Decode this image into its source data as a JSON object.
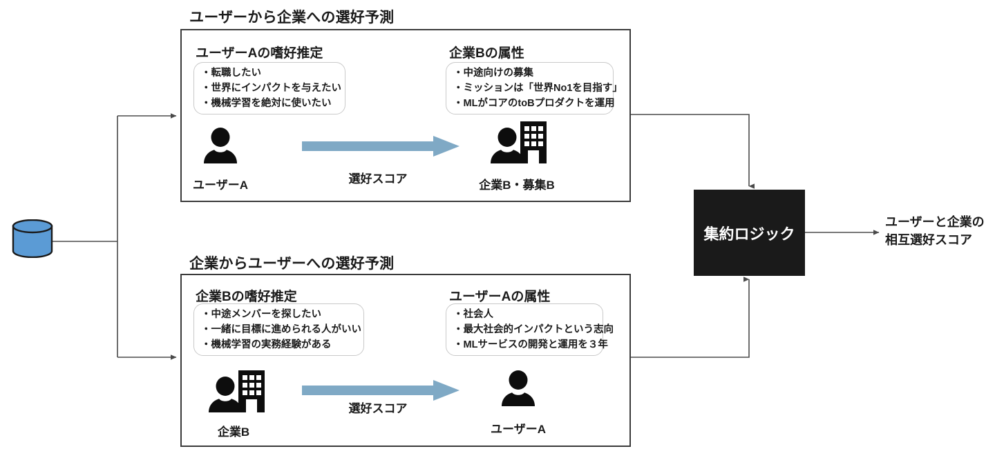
{
  "diagram": {
    "colors": {
      "panel_border": "#3a3a3a",
      "card_border": "#c9c9c9",
      "arrow_blue": "#7FA9C5",
      "connector": "#4a4a4a",
      "aggregator_bg": "#1a1a1a",
      "aggregator_text": "#ffffff",
      "database_fill": "#5B9BD5",
      "database_stroke": "#1a1a1a",
      "text": "#1a1a1a"
    },
    "database": {
      "icon": "database-cylinder-icon",
      "label": ""
    },
    "sections": [
      {
        "id": "user-to-company",
        "title": "ユーザーから企業への選好予測",
        "left": {
          "sub_title": "ユーザーAの嗜好推定",
          "bullets": [
            "・転職したい",
            "・世界にインパクトを与えたい",
            "・機械学習を絶対に使いたい"
          ],
          "icon": "person-icon",
          "icon_label": "ユーザーA"
        },
        "right": {
          "sub_title": "企業Bの属性",
          "bullets": [
            "・中途向けの募集",
            "・ミッションは「世界No1を目指す」",
            "・MLがコアのtoBプロダクトを運用"
          ],
          "icon": "person-building-icon",
          "icon_label": "企業B・募集B"
        },
        "arrow_label": "選好スコア"
      },
      {
        "id": "company-to-user",
        "title": "企業からユーザーへの選好予測",
        "left": {
          "sub_title": "企業Bの嗜好推定",
          "bullets": [
            "・中途メンバーを探したい",
            "・一緒に目標に進められる人がいい",
            "・機械学習の実務経験がある"
          ],
          "icon": "person-building-icon",
          "icon_label": "企業B"
        },
        "right": {
          "sub_title": "ユーザーAの属性",
          "bullets": [
            "・社会人",
            "・最大社会的インパクトという志向",
            "・MLサービスの開発と運用を３年"
          ],
          "icon": "person-icon",
          "icon_label": "ユーザーA"
        },
        "arrow_label": "選好スコア"
      }
    ],
    "aggregator": {
      "label": "集約ロジック"
    },
    "output": {
      "line1": "ユーザーと企業の",
      "line2": "相互選好スコア"
    }
  }
}
